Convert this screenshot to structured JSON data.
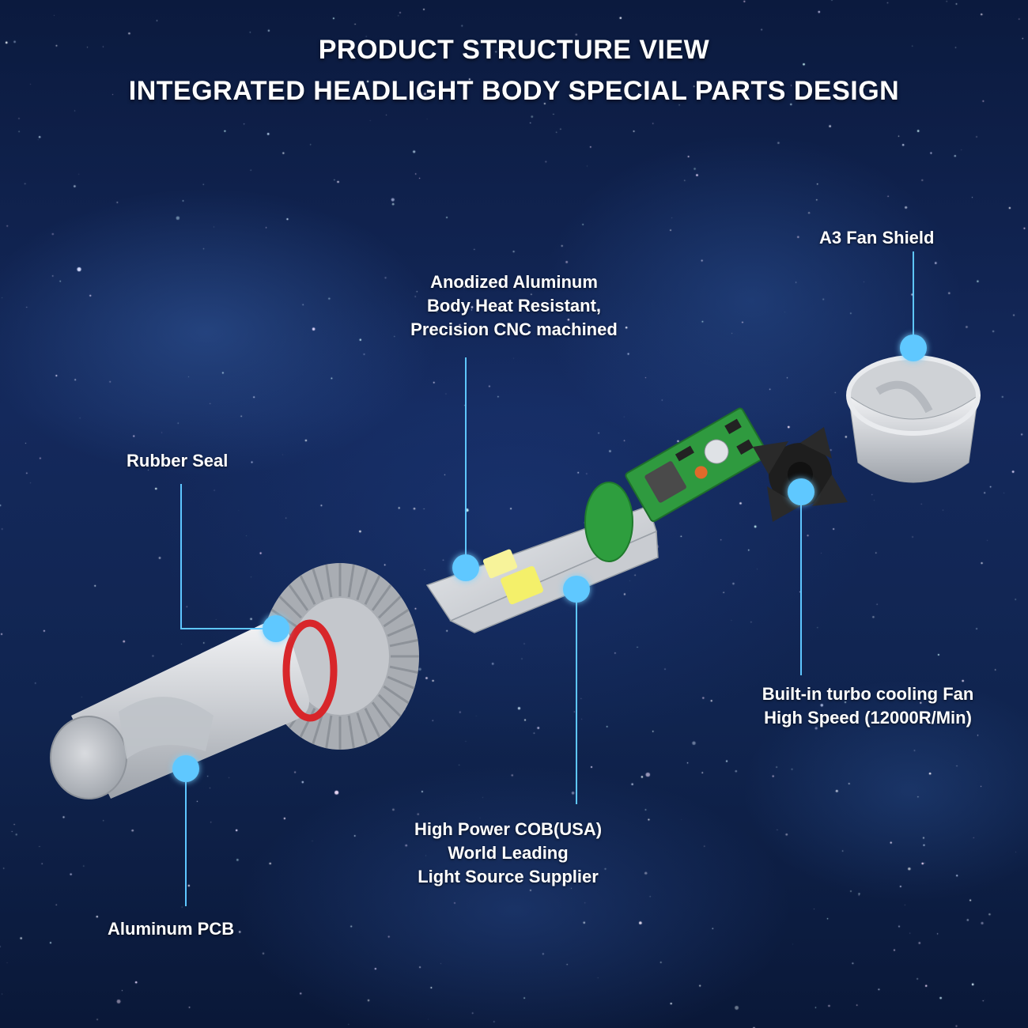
{
  "header": {
    "title_line1": "PRODUCT STRUCTURE VIEW",
    "title_line2": "INTEGRATED HEADLIGHT BODY SPECIAL PARTS DESIGN"
  },
  "callouts": {
    "fan_shield": {
      "lines": [
        "A3 Fan Shield"
      ]
    },
    "anodized_body": {
      "lines": [
        "Anodized Aluminum",
        "Body Heat Resistant,",
        "Precision CNC machined"
      ]
    },
    "rubber_seal": {
      "lines": [
        "Rubber Seal"
      ]
    },
    "cooling_fan": {
      "lines": [
        "Built-in turbo cooling Fan",
        "High Speed (12000R/Min)"
      ]
    },
    "cob_chip": {
      "lines": [
        "High Power COB(USA)",
        "World Leading",
        "Light Source Supplier"
      ]
    },
    "aluminum_pcb": {
      "lines": [
        "Aluminum PCB"
      ]
    }
  },
  "colors": {
    "callout_accent": "#5ec6ff",
    "background_deep": "#0b1a3e",
    "board_green": "#2e9e3e",
    "led_yellow": "#f4f06a"
  }
}
